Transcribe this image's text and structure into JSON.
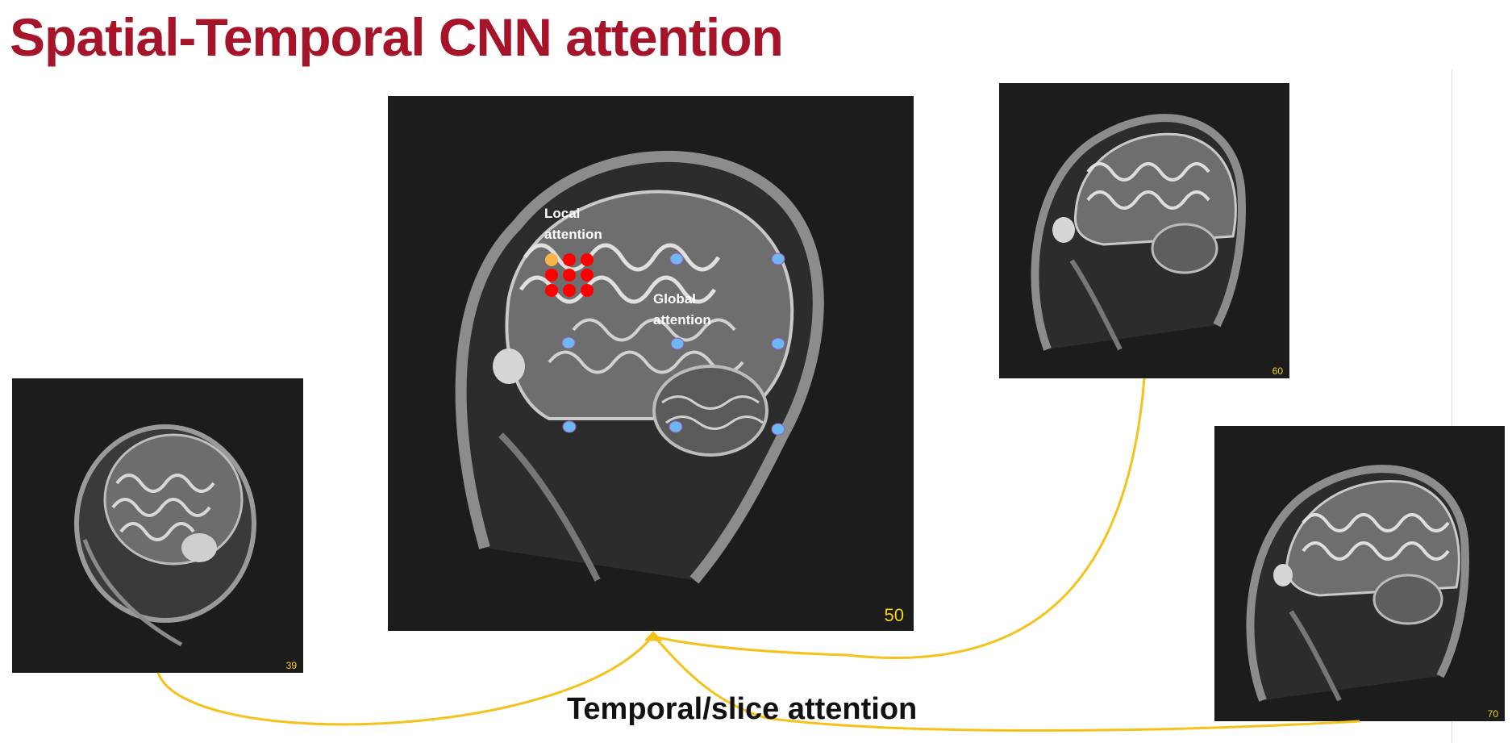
{
  "title": "Spatial-Temporal CNN attention",
  "slices": {
    "left": "39",
    "center": "50",
    "top_right": "60",
    "bottom_right": "70"
  },
  "labels": {
    "local_line1": "Local",
    "local_line2": "attention",
    "global_line1": "Global",
    "global_line2": "attention"
  },
  "caption": "Temporal/slice attention",
  "colors": {
    "title": "#a6142a",
    "arrow": "#f5c21b",
    "local_dot": "#ff0000",
    "query_dot": "#f7b449",
    "global_dot": "#6db7f3",
    "slice_number": "#f2d21a"
  }
}
